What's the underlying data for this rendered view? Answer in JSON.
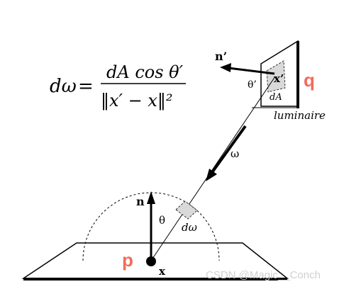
{
  "formula": {
    "lhs": "dω",
    "equals": "=",
    "numerator": "dA cos θ′",
    "denominator": "‖x′ − x‖²"
  },
  "labels": {
    "normal_luminaire": "n’",
    "point_luminaire": "x’",
    "angle_luminaire": "θ’",
    "area_element": "dA",
    "luminaire_name": "q",
    "luminaire_caption": "luminaire",
    "direction": "ω",
    "normal_surface": "n",
    "angle_surface": "θ",
    "solid_angle": "dω",
    "surface_name": "p",
    "point_surface": "x"
  },
  "watermark": "CSDN @Magic__Conch",
  "colors": {
    "highlight": "#f26b5b",
    "ink": "#000000",
    "patch": "#d9d9d9",
    "watermark": "#d0d0d0"
  }
}
